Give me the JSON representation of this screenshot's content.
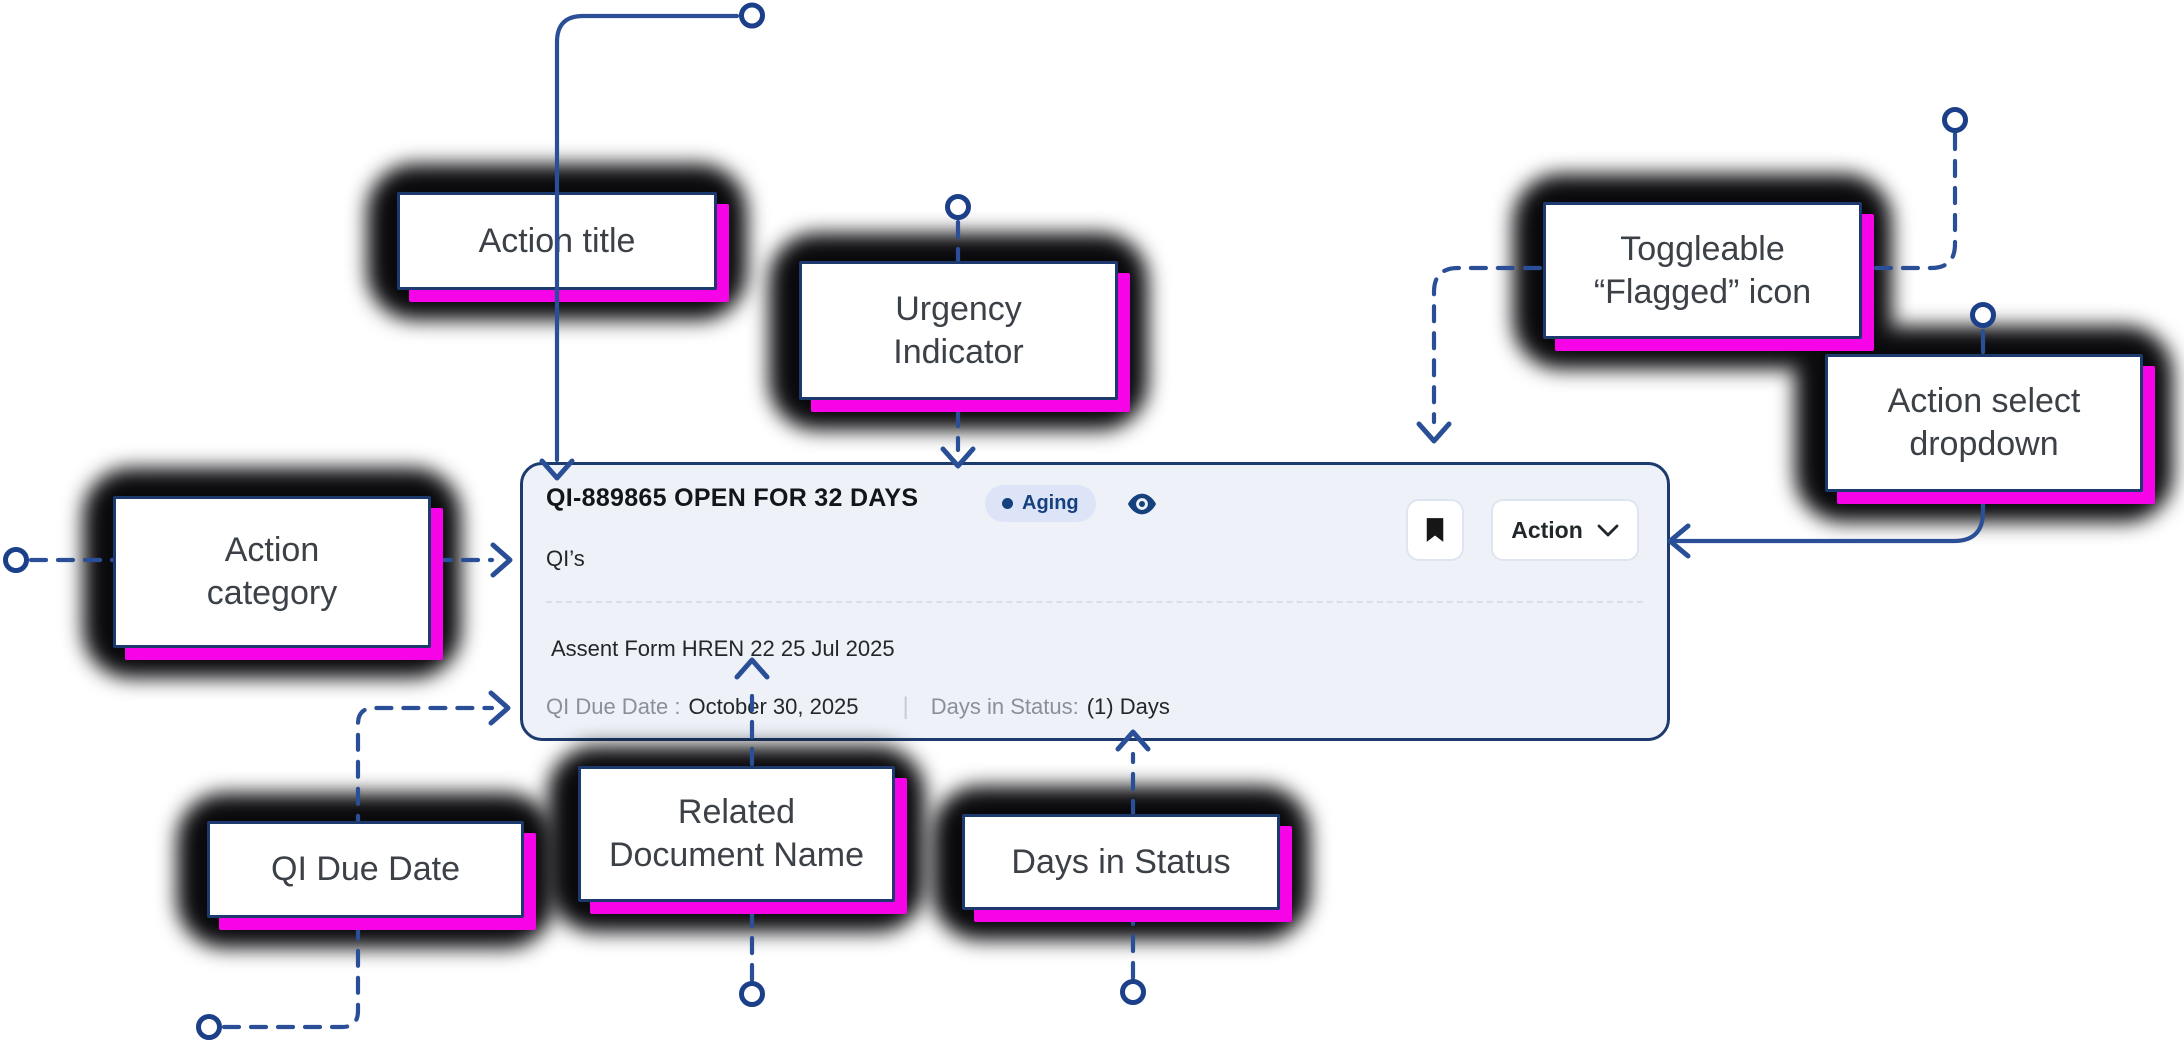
{
  "colors": {
    "connector_blue": "#2a4f97",
    "box_border_navy": "#1d3a6e",
    "magenta_shadow": "#f703e8",
    "card_background": "#eef2f8",
    "card_border": "#1d3c6d",
    "badge_background": "#dde4f7",
    "badge_text": "#15417e",
    "title_text": "#131619",
    "body_text": "#21272a",
    "muted_text": "#8a9099",
    "callout_text": "#3c4148",
    "fuzz_black": "#0a0a0d"
  },
  "card": {
    "title": "QI-889865 OPEN FOR 32 DAYS",
    "status_badge": "Aging",
    "category": "QI’s",
    "document_name": "Assent Form HREN 22 25 Jul 2025",
    "due_date_label": "QI Due Date :",
    "due_date_value": "October 30, 2025",
    "separator": "|",
    "days_in_status_label": "Days in Status:",
    "days_in_status_value": "(1) Days",
    "action_button_label": "Action",
    "icons": {
      "flag_button": "bookmark-filled-icon",
      "visibility": "eye-icon",
      "dropdown": "chevron-down-icon",
      "badge_marker": "status-dot"
    }
  },
  "callouts": {
    "action_title": {
      "label": "Action title"
    },
    "urgency_indicator": {
      "label": "Urgency\nIndicator"
    },
    "flagged_icon": {
      "label": "Toggleable\n“Flagged” icon"
    },
    "action_select": {
      "label": "Action select\ndropdown"
    },
    "action_category": {
      "label": "Action\ncategory"
    },
    "qi_due_date": {
      "label": "QI Due Date"
    },
    "related_document": {
      "label": "Related\nDocument Name"
    },
    "days_in_status": {
      "label": "Days in Status"
    }
  }
}
